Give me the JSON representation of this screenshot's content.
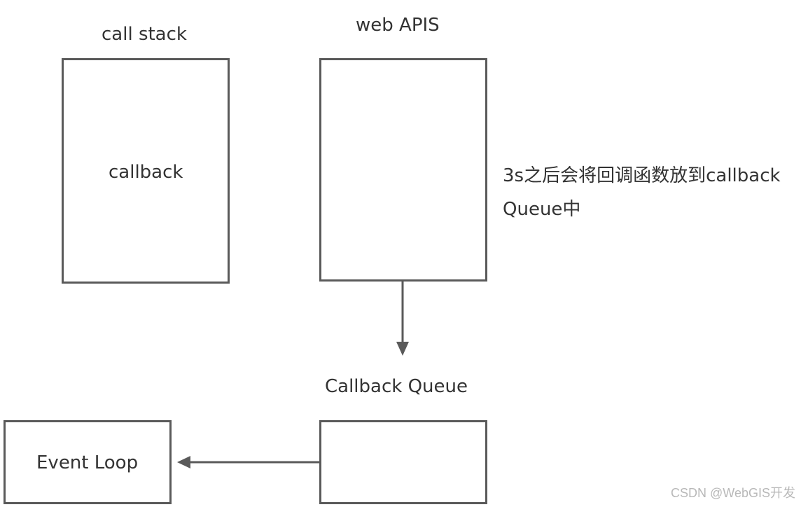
{
  "labels": {
    "call_stack": "call stack",
    "web_apis": "web APIS",
    "callback_queue": "Callback Queue"
  },
  "boxes": {
    "call_stack_content": "callback",
    "event_loop": "Event Loop"
  },
  "note": {
    "line1": "3s之后会将回调函数放到callback",
    "line2": "Queue中"
  },
  "watermark": "CSDN @WebGIS开发",
  "colors": {
    "stroke": "#5a5a5a",
    "text": "#333333"
  }
}
